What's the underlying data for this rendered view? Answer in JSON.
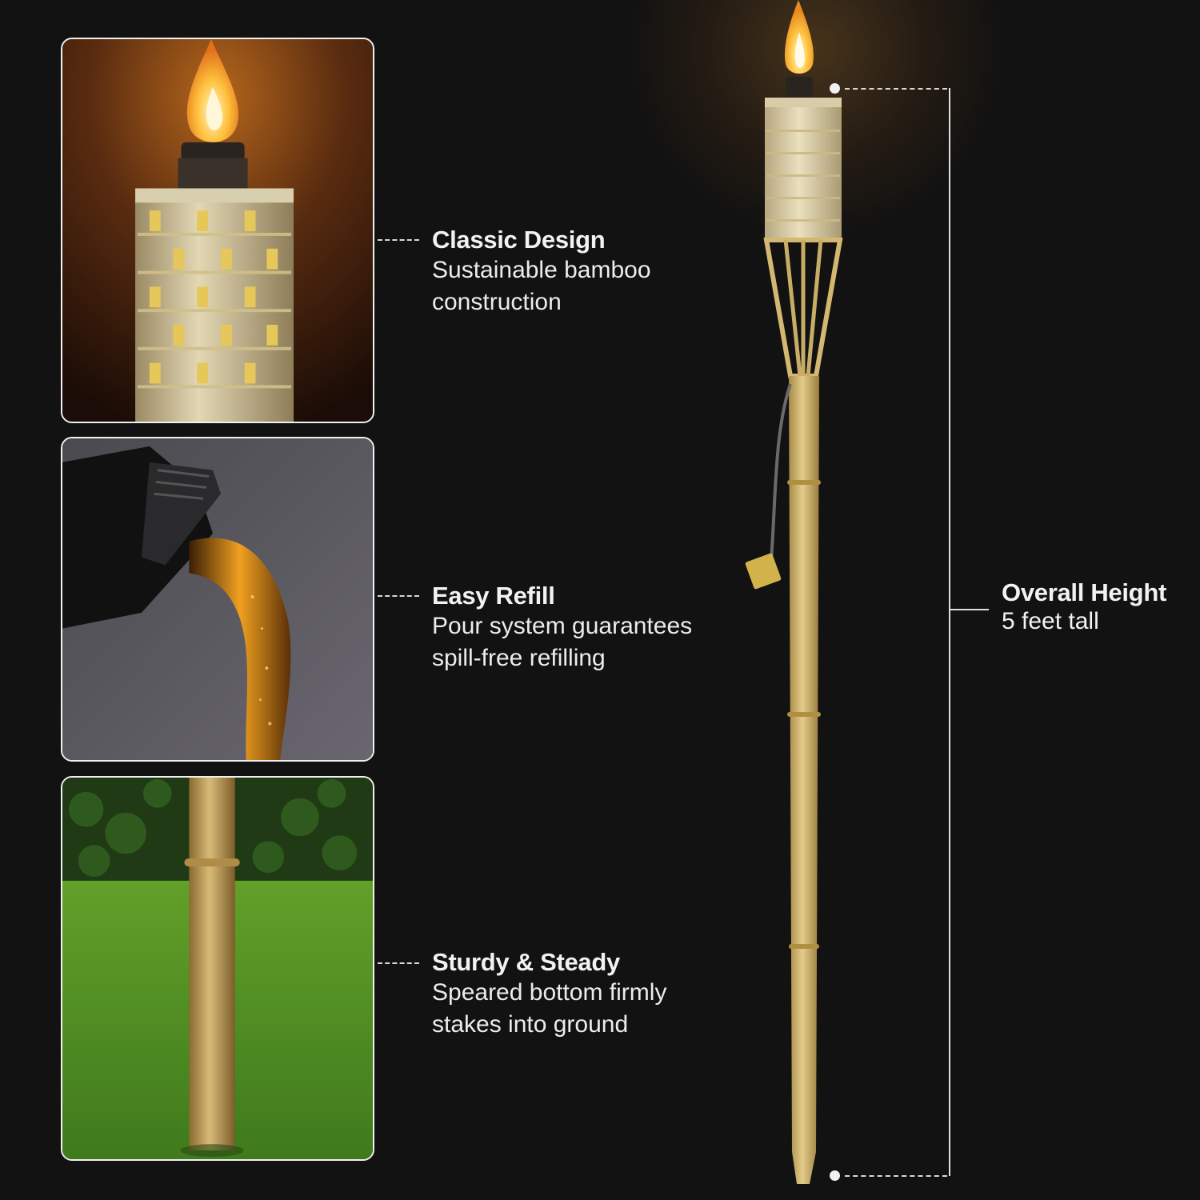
{
  "features": [
    {
      "title": "Classic Design",
      "description_lines": [
        "Sustainable bamboo",
        "construction"
      ],
      "image": "woven-torch-head-photo"
    },
    {
      "title": "Easy Refill",
      "description_lines": [
        "Pour system guarantees",
        "spill-free refilling"
      ],
      "image": "oil-pouring-photo"
    },
    {
      "title": "Sturdy & Steady",
      "description_lines": [
        "Speared bottom firmly",
        "stakes into ground"
      ],
      "image": "bamboo-pole-on-grass-photo"
    }
  ],
  "dimension": {
    "title": "Overall Height",
    "value": "5 feet tall"
  },
  "colors": {
    "background": "#121212",
    "text": "#f2f2f2",
    "bamboo": "#d9c07a",
    "flame": "#ffb23a",
    "grass": "#5a9a2c"
  }
}
